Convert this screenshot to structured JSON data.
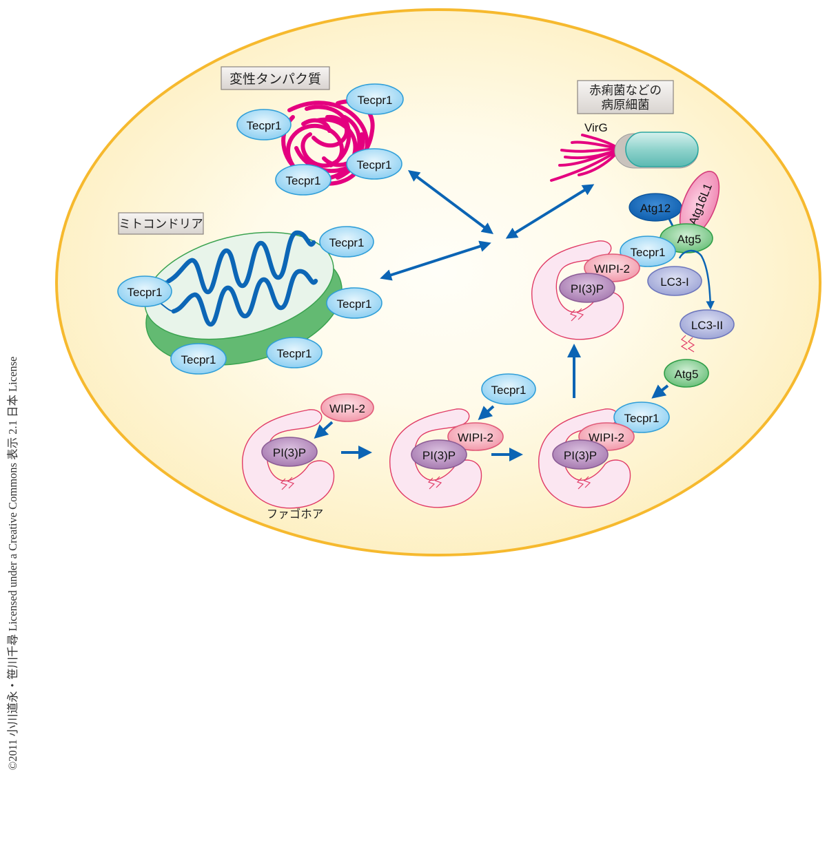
{
  "license": "©2011 小川道永・笹川千尋 Licensed under a Creative Commons 表示 2.1 日本 License",
  "colors": {
    "cell_fill": "#fef3c8",
    "cell_center": "#fffdf5",
    "cell_border": "#f6b92e",
    "arrow": "#0b64b4",
    "tecpr1_fill": "#9fd6f4",
    "tecpr1_stroke": "#2f9ed8",
    "wipi2_fill": "#f5a9b6",
    "wipi2_stroke": "#e05a78",
    "pi3p_fill": "#b487bd",
    "pi3p_stroke": "#8b5c95",
    "lc3_fill": "#aab0dc",
    "lc3_stroke": "#6d76bc",
    "atg5_fill": "#7dc98a",
    "atg5_stroke": "#2f9e47",
    "atg12_fill": "#1d6fbf",
    "atg16l1_fill": "#f39abf",
    "atg16l1_stroke": "#d43c7a",
    "aggregate": "#e4007f",
    "phagophore_fill": "#fbe6f1",
    "phagophore_stroke": "#e03a66",
    "mito_outer": "#5fb870",
    "mito_inner": "#e8f4ea",
    "mito_cristae": "#0c66b6",
    "bacterium_fill": "#8fd3cc",
    "bacterium_stroke": "#2aa6a0"
  },
  "labels": {
    "denatured_protein": "変性タンパク質",
    "mitochondria": "ミトコンドリア",
    "pathogen_line1": "赤痢菌などの",
    "pathogen_line2": "病原細菌",
    "virg": "VirG",
    "phagophore": "ファゴホア"
  },
  "proteins": {
    "tecpr1": "Tecpr1",
    "wipi2": "WIPI-2",
    "pi3p": "PI(3)P",
    "atg5": "Atg5",
    "atg12": "Atg12",
    "atg16l1": "Atg16L1",
    "lc3_1": "LC3-I",
    "lc3_2": "LC3-II"
  }
}
